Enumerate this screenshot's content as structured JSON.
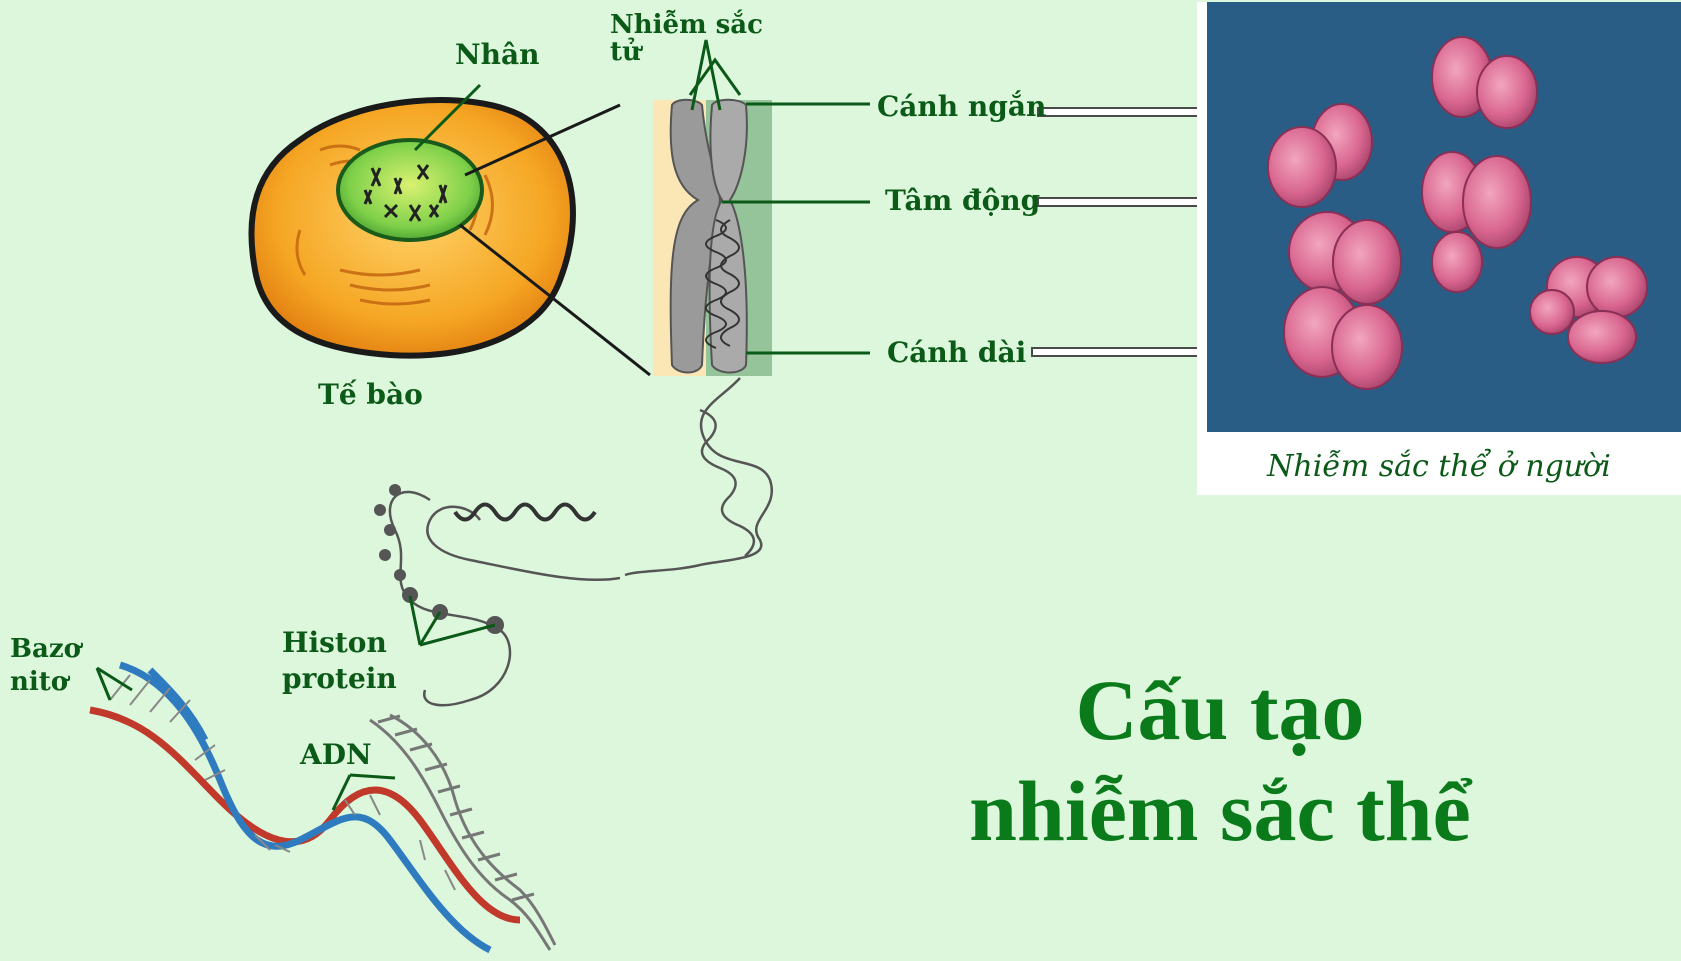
{
  "labels": {
    "nucleus": "Nhân",
    "cell": "Tế bào",
    "chromatid": "Nhiễm sắc tử",
    "short_arm": "Cánh ngắn",
    "centromere": "Tâm động",
    "long_arm": "Cánh dài",
    "histone": "Histon protein",
    "base": "Bazơ nitơ",
    "dna": "ADN"
  },
  "photo_caption": "Nhiễm sắc thể ở người",
  "title": [
    "Cấu tạo",
    "nhiễm sắc thể"
  ],
  "colors": {
    "background": "#dcf7dc",
    "label_green": "#0b5a17",
    "title_green": "#0b7a1a",
    "cell_orange": "#f5a623",
    "nucleus_green": "#7fd04a",
    "photo_bg": "#2a5d86",
    "chromosome_pink": "#d9668f"
  }
}
